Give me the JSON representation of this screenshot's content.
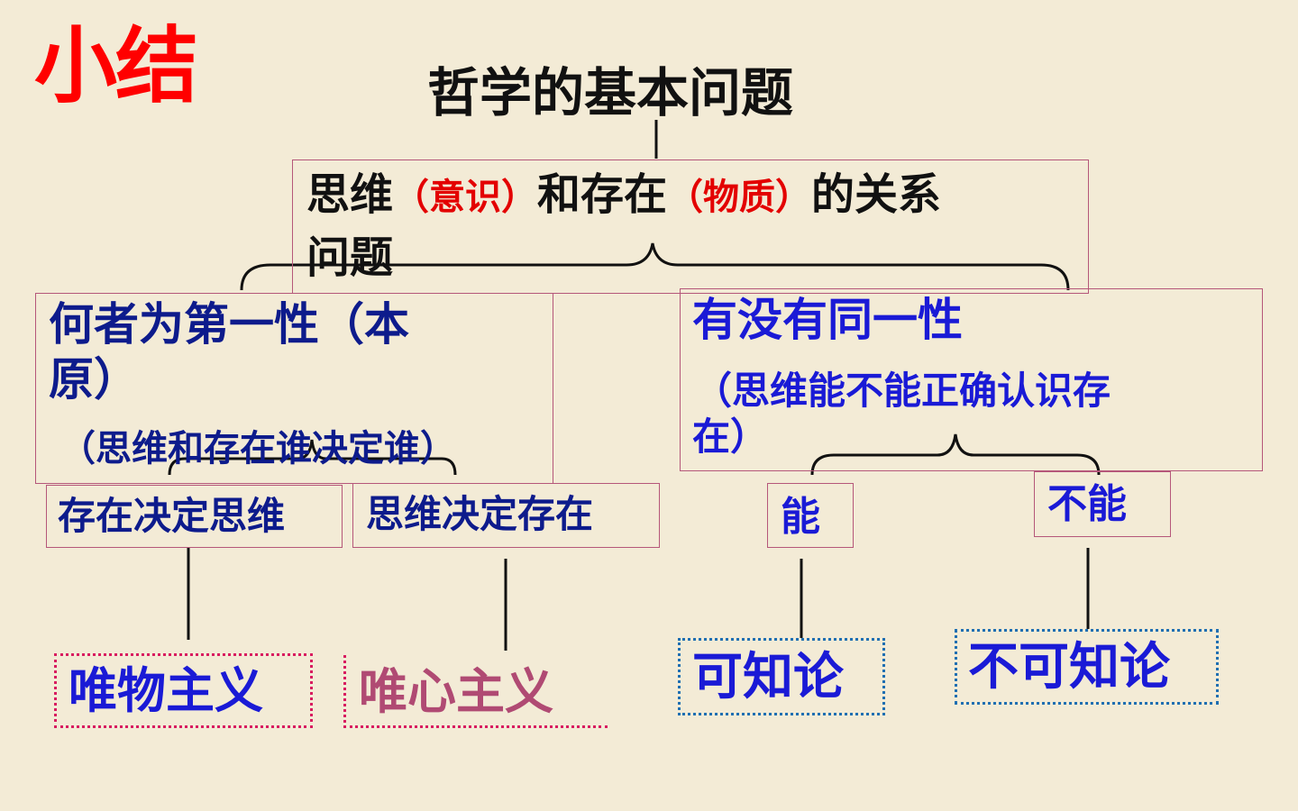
{
  "heading": "小结",
  "title": "哲学的基本问题",
  "root": {
    "part1": "思维",
    "paren1": "（意识）",
    "part2": "和存在",
    "paren2": "（物质）",
    "part3": "的关系",
    "line2": "问题"
  },
  "left_branch": {
    "line1": "何者为第一性（本",
    "line2": "原）",
    "line3": "（思维和存在谁决定谁）",
    "child_a": "存在决定思维",
    "child_b": "思维决定存在",
    "leaf_a": "唯物主义",
    "leaf_b": "唯心主义"
  },
  "right_branch": {
    "line1": "有没有同一性",
    "line2": "（思维能不能正确认识存",
    "line3": "在）",
    "child_a": "能",
    "child_b": "不能",
    "leaf_a": "可知论",
    "leaf_b": "不可知论"
  },
  "colors": {
    "background": "#F3EBD6",
    "heading": "#FF0000",
    "highlight": "#E30000",
    "dark_blue": "#0D1B8C",
    "bright_blue": "#1A1AD6",
    "idealism": "#B04A73",
    "box_border": "#B5577A",
    "dotted_pink": "#D81B60",
    "dotted_blue": "#1F6FB2"
  }
}
